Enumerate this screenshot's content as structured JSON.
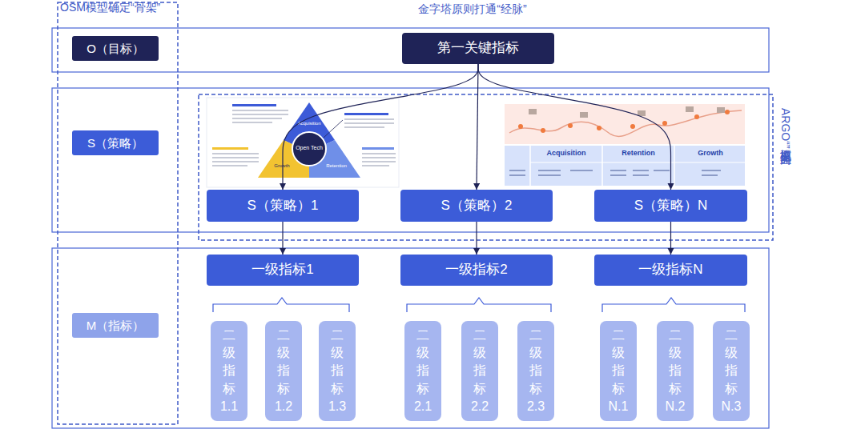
{
  "diagram": {
    "title": "金字塔原则打通“经脉”",
    "nodes": [
      {
        "text": [
          "O（目标）"
        ]
      },
      {
        "text": [
          "第一关键指标"
        ]
      },
      {
        "text": [
          "S（策略）"
        ]
      },
      {
        "text": [
          "S（策略）1"
        ]
      },
      {
        "text": [
          "S（策略）2"
        ]
      },
      {
        "text": [
          "S（策略）N"
        ]
      },
      {
        "text": [
          "M（指标）"
        ]
      },
      {
        "text": [
          "一级指标1"
        ]
      },
      {
        "text": [
          "一级指标2"
        ]
      },
      {
        "text": [
          "一级指标N"
        ]
      },
      {
        "text": [
          "二 级 指 标 1.1"
        ]
      },
      {
        "text": [
          "二 级 指 标 1.2"
        ]
      },
      {
        "text": [
          "二 级 指 标 1.3"
        ]
      },
      {
        "text": [
          "二 级 指 标 2.1"
        ]
      },
      {
        "text": [
          "二 级 指 标 2.2"
        ]
      },
      {
        "text": [
          "二 级 指 标 2.3"
        ]
      },
      {
        "text": [
          "二 级 指 标 N.1"
        ]
      },
      {
        "text": [
          "二 级 指 标 N.2"
        ]
      },
      {
        "text": [
          "二 级 指 标 N.3"
        ]
      }
    ],
    "edges": [
      {
        "from": 1,
        "to": 3,
        "arrow": "to"
      },
      {
        "from": 1,
        "to": 4,
        "arrow": "to"
      },
      {
        "from": 1,
        "to": 5,
        "arrow": "to"
      },
      {
        "from": 3,
        "to": 7,
        "arrow": "to"
      },
      {
        "from": 4,
        "to": 8,
        "arrow": "to"
      },
      {
        "from": 5,
        "to": 9,
        "arrow": "to"
      }
    ],
    "labels": [
      "OSM模型确定“骨架”",
      "ARGO模型填充“血肉”",
      "Open Tech",
      "Acquisition",
      "Growth",
      "Retention",
      "Acquisition",
      "Retention",
      "Growth"
    ]
  }
}
